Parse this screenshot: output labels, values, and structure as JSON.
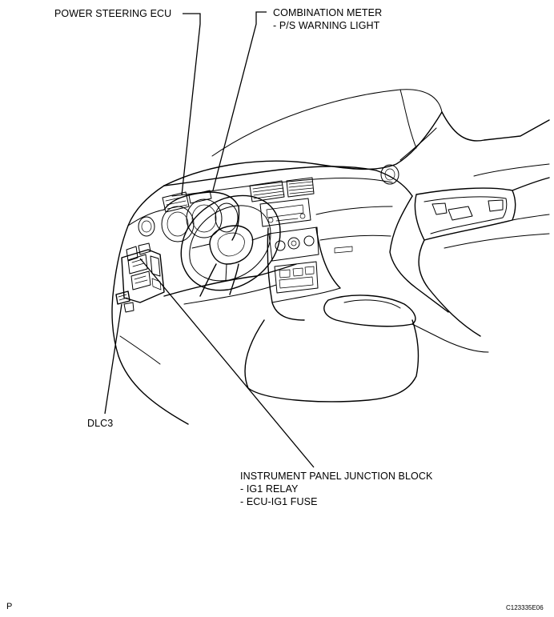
{
  "labels": {
    "power_steering_ecu": "POWER STEERING ECU",
    "combination_meter": "COMBINATION METER",
    "ps_warning_light": "- P/S WARNING LIGHT",
    "dlc3": "DLC3",
    "junction_block": "INSTRUMENT PANEL JUNCTION BLOCK",
    "ig1_relay": "- IG1 RELAY",
    "ecu_ig1_fuse": "- ECU-IG1 FUSE"
  },
  "footer": {
    "page_mark": "P",
    "figure_code": "C123335E06"
  },
  "colors": {
    "line": "#000000",
    "background": "#ffffff"
  }
}
